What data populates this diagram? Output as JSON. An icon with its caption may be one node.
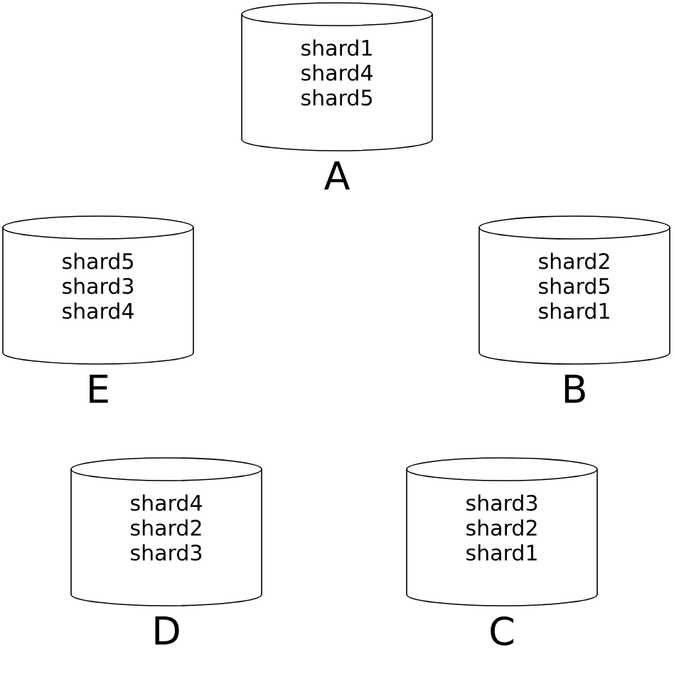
{
  "diagram": {
    "nodes": [
      {
        "text": [
          "shard1",
          "shard4",
          "shard5"
        ],
        "beside": [
          "A"
        ]
      },
      {
        "text": [
          "shard5",
          "shard3",
          "shard4"
        ],
        "beside": [
          "E"
        ]
      },
      {
        "text": [
          "shard2",
          "shard5",
          "shard1"
        ],
        "beside": [
          "B"
        ]
      },
      {
        "text": [
          "shard4",
          "shard2",
          "shard3"
        ],
        "beside": [
          "D"
        ]
      },
      {
        "text": [
          "shard3",
          "shard2",
          "shard1"
        ],
        "beside": [
          "C"
        ]
      }
    ]
  }
}
